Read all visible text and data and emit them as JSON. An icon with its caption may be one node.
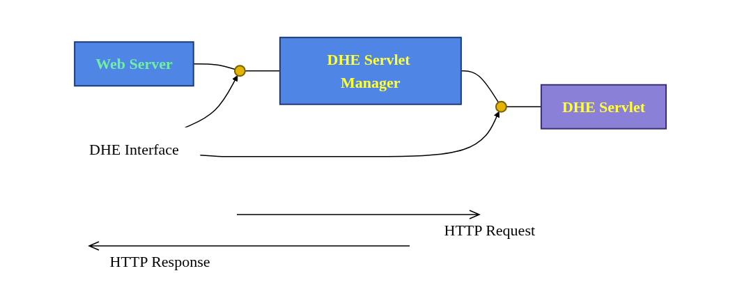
{
  "diagram": {
    "nodes": [
      {
        "text": [
          "Web Server"
        ]
      },
      {
        "text": [],
        "shape": "circle"
      },
      {
        "text": [
          "DHE Servlet Manager"
        ]
      },
      {
        "text": [],
        "shape": "circle"
      },
      {
        "text": [
          "DHE Servlet"
        ]
      },
      {
        "text": [
          "DHE Interface"
        ]
      }
    ],
    "edges": [
      {
        "from": 0,
        "to": 1,
        "arrow": "none"
      },
      {
        "from": 1,
        "to": 2,
        "arrow": "none"
      },
      {
        "from": 2,
        "to": 3,
        "arrow": "none"
      },
      {
        "from": 3,
        "to": 4,
        "arrow": "none"
      },
      {
        "from": 5,
        "to": 1,
        "arrow": "to"
      },
      {
        "from": 5,
        "to": 3,
        "arrow": "to"
      }
    ],
    "labels": [
      "HTTP Request",
      "HTTP Response"
    ]
  }
}
